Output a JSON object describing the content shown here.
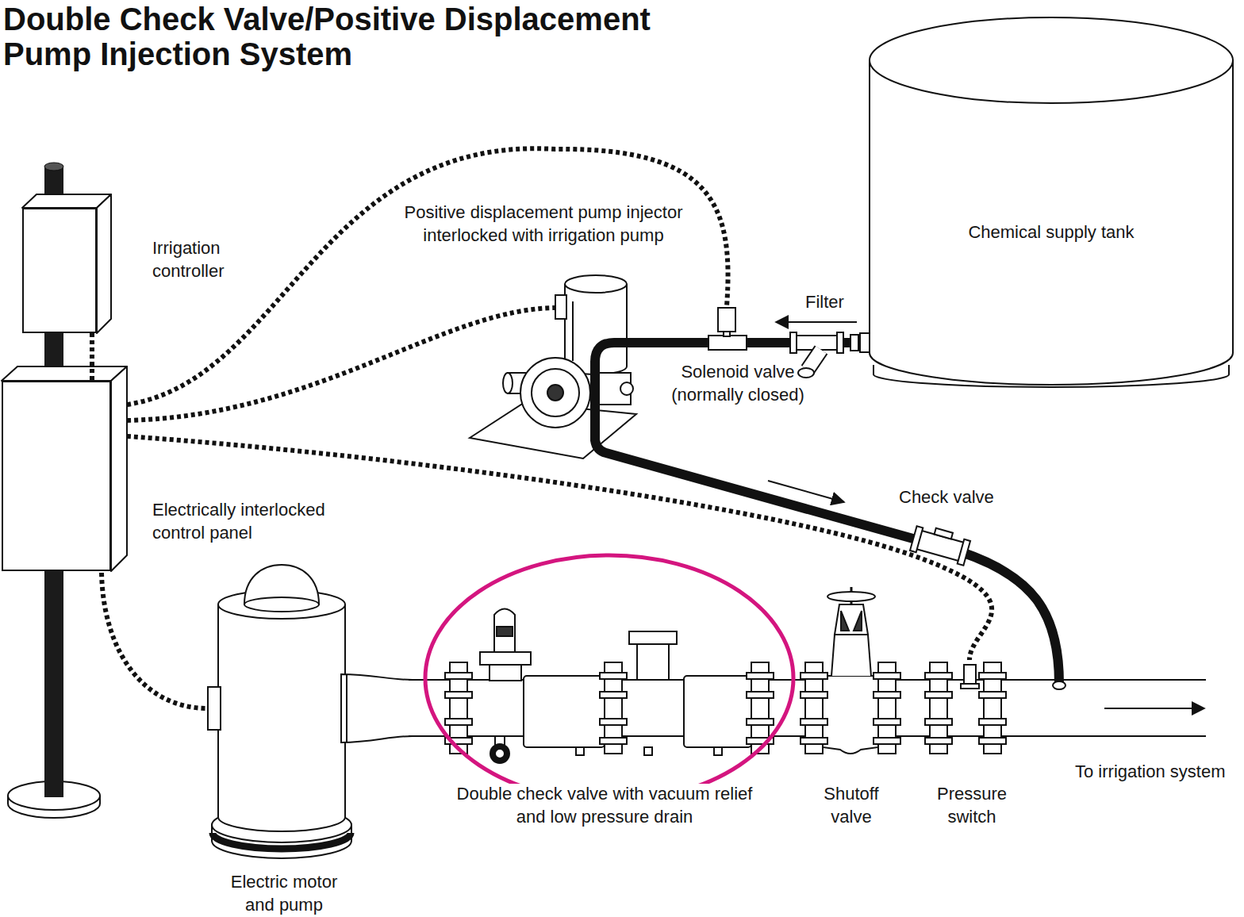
{
  "diagram": {
    "title": "Double Check Valve/Positive Displacement Pump Injection System",
    "nodes": [
      {
        "text": [
          "Irrigation controller"
        ]
      },
      {
        "text": [
          "Electrically interlocked control panel"
        ]
      },
      {
        "text": [
          "Chemical supply tank"
        ]
      }
    ],
    "edges": [
      {
        "from": 0,
        "to": 1,
        "arrow": "none"
      }
    ],
    "labels": [
      "Positive displacement pump injector interlocked with irrigation pump",
      "Filter",
      "Solenoid valve (normally closed)",
      "Check valve",
      "Double check valve with vacuum relief and low pressure drain",
      "Shutoff valve",
      "Pressure switch",
      "To irrigation system",
      "Electric motor and pump"
    ]
  }
}
